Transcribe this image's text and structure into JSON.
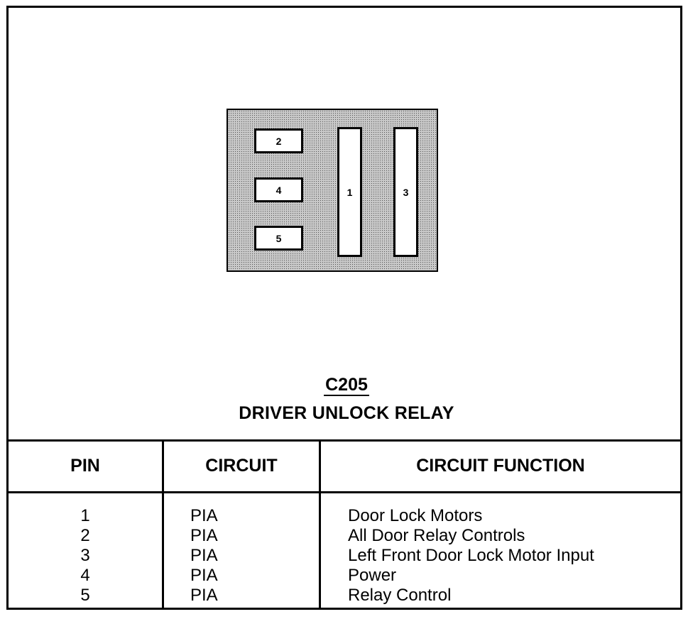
{
  "connector": {
    "code": "C205",
    "name": "DRIVER UNLOCK RELAY",
    "pins": [
      "2",
      "4",
      "5",
      "1",
      "3"
    ]
  },
  "table": {
    "headers": [
      "PIN",
      "CIRCUIT",
      "CIRCUIT FUNCTION"
    ],
    "rows": [
      {
        "pin": "1",
        "circuit": "PIA",
        "function": "Door Lock Motors"
      },
      {
        "pin": "2",
        "circuit": "PIA",
        "function": "All Door Relay Controls"
      },
      {
        "pin": "3",
        "circuit": "PIA",
        "function": "Left Front Door Lock Motor Input"
      },
      {
        "pin": "4",
        "circuit": "PIA",
        "function": "Power"
      },
      {
        "pin": "5",
        "circuit": "PIA",
        "function": "Relay Control"
      }
    ]
  }
}
